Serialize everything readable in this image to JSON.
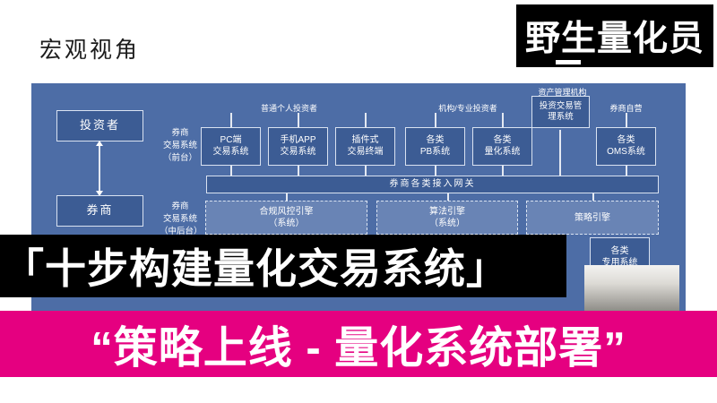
{
  "header": {
    "perspective": "宏观视角",
    "brand": "野生量化员"
  },
  "diagram": {
    "investor_box": "投资者",
    "broker_box": "券商",
    "group_labels": {
      "individual": "普通个人投资者",
      "institutional": "机构/专业投资者",
      "asset_mgmt": "资产管理机构",
      "broker_prop": "券商自营"
    },
    "front_office_label": "券商\n交易系统\n（前台）",
    "mid_back_label": "券商\n交易系统\n（中后台）",
    "front_systems": [
      "PC端\n交易系统",
      "手机APP\n交易系统",
      "插件式\n交易终端",
      "各类\nPB系统",
      "各类\n量化系统"
    ],
    "asset_mgmt_system": "投资交易管\n理系统",
    "oms_system": "各类\nOMS系统",
    "gateway": "券商各类接入网关",
    "engines": [
      "合规风控引擎\n（系统）",
      "算法引擎\n（系统）",
      "策略引擎"
    ],
    "special_system": "各类\n专用系统"
  },
  "banners": {
    "title": "「十步构建量化交易系统」",
    "subtitle": "“策略上线 - 量化系统部署”"
  },
  "colors": {
    "diagram_bg": "#4d6da6",
    "box_fill": "#3c5c94",
    "banner_black": "#000000",
    "banner_pink": "#e50080"
  }
}
